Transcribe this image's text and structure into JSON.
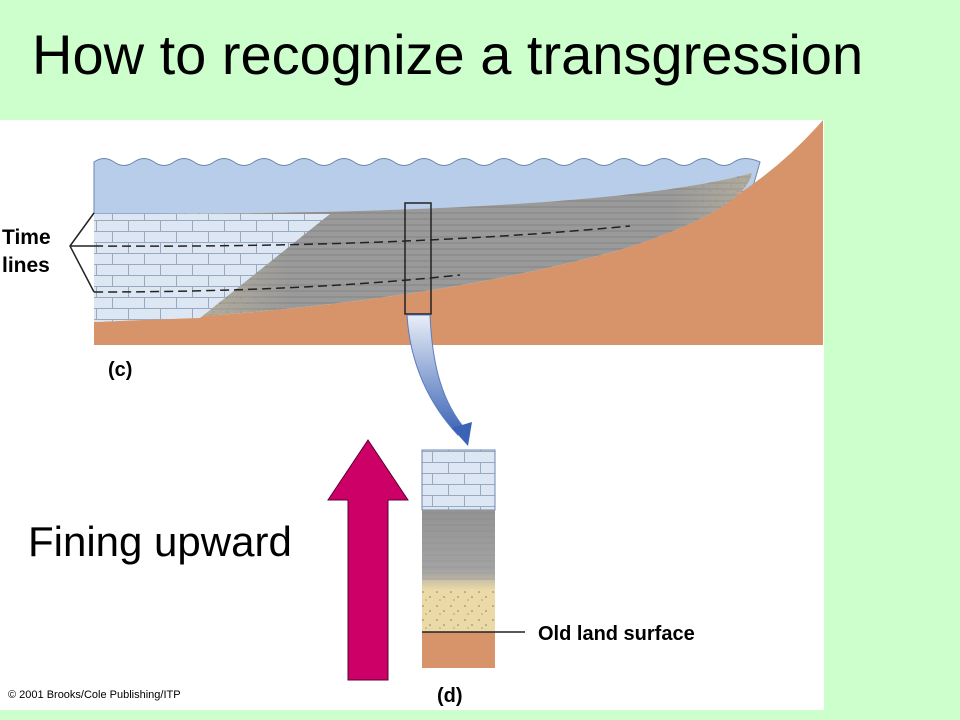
{
  "title": "How to recognize a transgression",
  "fining_label": "Fining upward",
  "credit": "© 2001 Brooks/Cole Publishing/ITP",
  "diagram": {
    "time_lines_label_line1": "Time",
    "time_lines_label_line2": "lines",
    "panel_c_label": "(c)",
    "panel_d_label": "(d)",
    "old_land_surface_label": "Old land surface"
  },
  "colors": {
    "background": "#ccffcc",
    "water": "#b8cdea",
    "land": "#d7946a",
    "sand": "#ecd9a8",
    "mud": "#9a9a9a",
    "limestone": "#dde6f3",
    "arrow": "#cc0066"
  }
}
